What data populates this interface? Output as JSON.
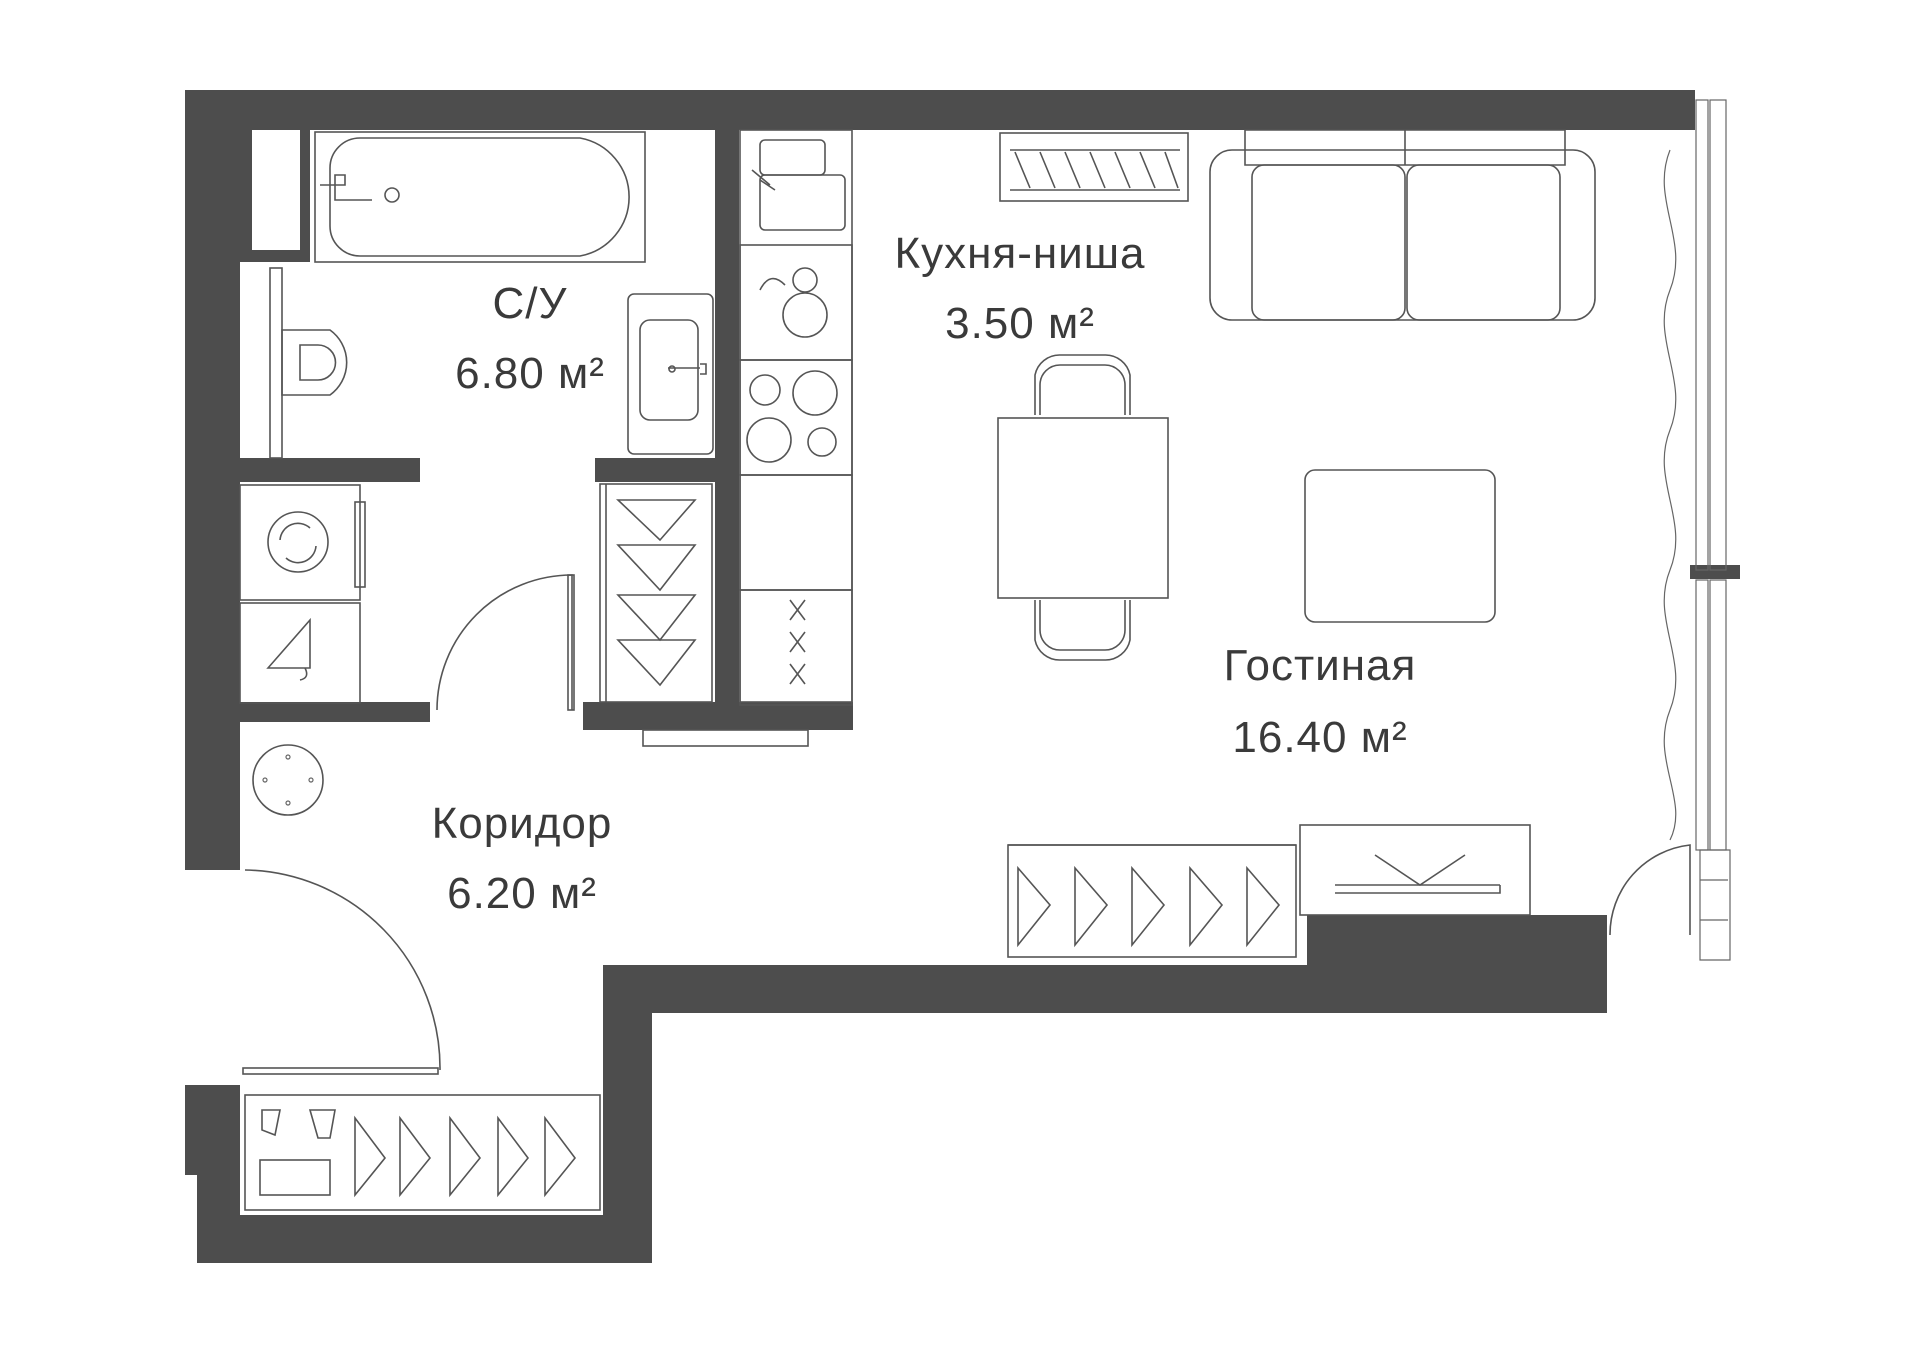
{
  "colors": {
    "wall": "#4d4d4d",
    "line": "#555555",
    "text": "#3a3a3a",
    "background": "#ffffff"
  },
  "rooms": {
    "bathroom": {
      "name": "С/У",
      "area": "6.80 м²"
    },
    "kitchen": {
      "name": "Кухня-ниша",
      "area": "3.50 м²"
    },
    "living": {
      "name": "Гостиная",
      "area": "16.40 м²"
    },
    "corridor": {
      "name": "Коридор",
      "area": "6.20 м²"
    }
  },
  "icons": [
    "bathtub-icon",
    "toilet-icon",
    "sink-icon",
    "washing-machine-icon",
    "hanger-icon",
    "stove-icon",
    "sofa-icon",
    "dining-table-icon",
    "chair-icon",
    "radiator-icon",
    "door-swing-icon",
    "window-icon",
    "curtain-icon",
    "wardrobe-icon"
  ]
}
